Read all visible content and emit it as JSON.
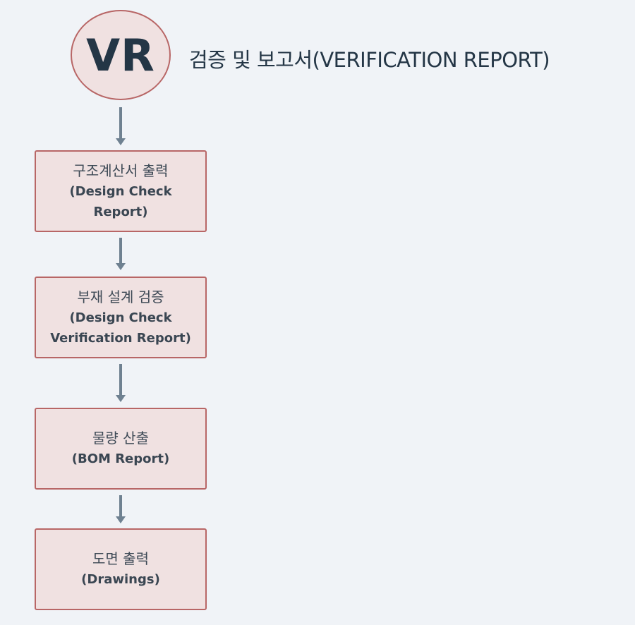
{
  "header": {
    "badge": "VR",
    "title": "검증 및 보고서(VERIFICATION REPORT)"
  },
  "steps": [
    {
      "ko": "구조계산서 출력",
      "en_lines": [
        "(Design Check",
        "Report)"
      ]
    },
    {
      "ko": "부재 설계 검증",
      "en_lines": [
        "(Design Check",
        "Verification Report)"
      ]
    },
    {
      "ko": "물량 산출",
      "en_lines": [
        "(BOM Report)"
      ]
    },
    {
      "ko": "도면 출력",
      "en_lines": [
        "(Drawings)"
      ]
    }
  ],
  "colors": {
    "background": "#f0f3f7",
    "node_fill": "#f0e1e1",
    "node_border": "#b86666",
    "arrow": "#6f8191",
    "text": "#243646"
  }
}
